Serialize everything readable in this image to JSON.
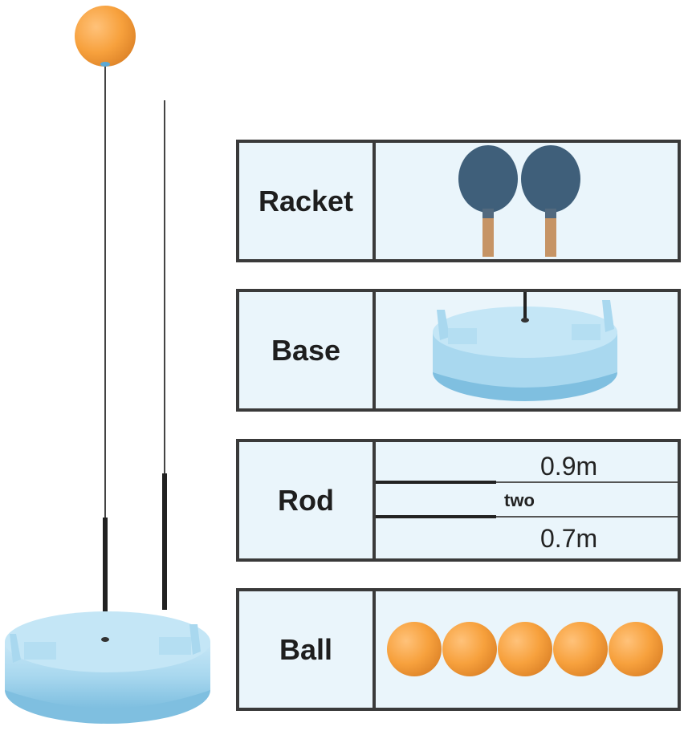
{
  "rows": [
    {
      "label": "Racket"
    },
    {
      "label": "Base"
    },
    {
      "label": "Rod",
      "lengths": [
        "0.9m",
        "0.7m"
      ],
      "count": "two"
    },
    {
      "label": "Ball",
      "ball_count": 5
    }
  ],
  "colors": {
    "ball": "#f7a13d",
    "base": "#a9d8ef",
    "border": "#3a3a3a",
    "panel": "#eaf5fb",
    "racket_blade": "#3f5f7a"
  }
}
